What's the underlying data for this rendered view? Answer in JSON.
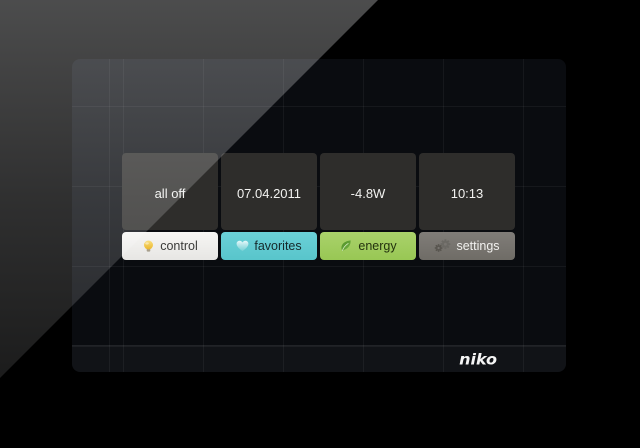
{
  "brand": {
    "logo": "niko"
  },
  "status_tiles": [
    {
      "id": "all-off",
      "label": "all off"
    },
    {
      "id": "date",
      "label": "07.04.2011"
    },
    {
      "id": "power",
      "label": "-4.8W"
    },
    {
      "id": "time",
      "label": "10:13"
    }
  ],
  "menu_buttons": [
    {
      "id": "control",
      "label": "control",
      "icon": "lightbulb-icon",
      "bg": "#f0efed",
      "text_color": "#3b3b39"
    },
    {
      "id": "favorites",
      "label": "favorites",
      "icon": "heart-icon",
      "bg": "#61cbd1",
      "text_color": "#16292b"
    },
    {
      "id": "energy",
      "label": "energy",
      "icon": "leaf-icon",
      "bg": "#a1cd60",
      "text_color": "#24330f"
    },
    {
      "id": "settings",
      "label": "settings",
      "icon": "gears-icon",
      "bg": "#787570",
      "text_color": "#f1f0ee"
    }
  ],
  "colors": {
    "bezel": "#000000",
    "screen_background": "#0a0c10",
    "tile_background": "#2e2d2b",
    "accent_cyan": "#61cbd1",
    "accent_green": "#a1cd60",
    "accent_yellow": "#f0c23c"
  }
}
